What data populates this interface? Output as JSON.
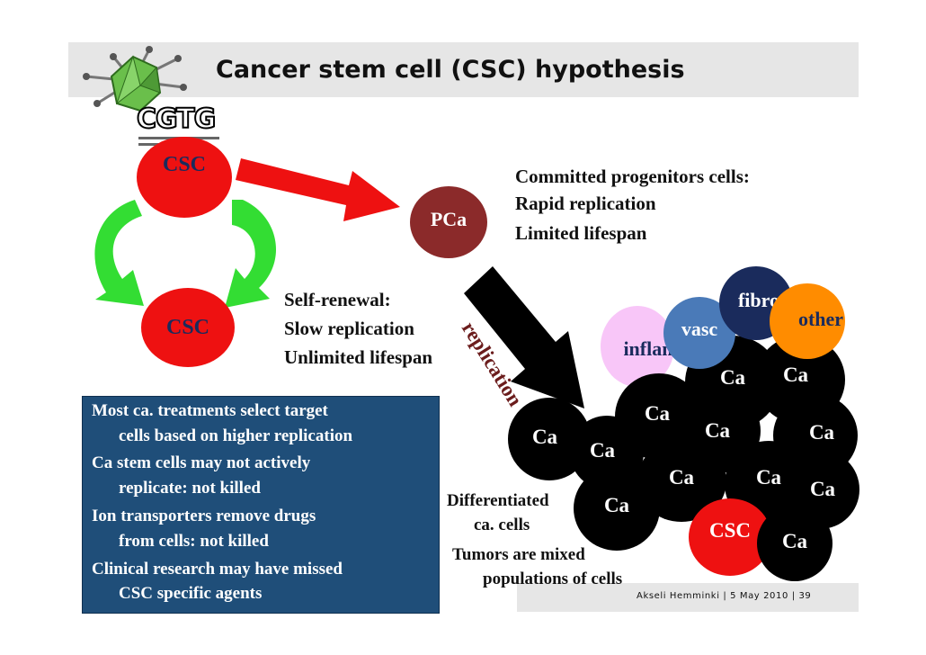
{
  "slide": {
    "title": "Cancer stem cell (CSC) hypothesis",
    "footer": "Akseli Hemminki   |  5 May 2010  |  39"
  },
  "logo": {
    "text": "CGTG"
  },
  "cells": {
    "csc_top": "CSC",
    "csc_bottom": "CSC",
    "pca": "PCa",
    "fibro": "fibro",
    "other": "other",
    "vasc": "vasc",
    "inflam": "inflam",
    "csc_tumor": "CSC",
    "ca": [
      "Ca",
      "Ca",
      "Ca",
      "Ca",
      "Ca",
      "Ca",
      "Ca",
      "Ca",
      "Ca",
      "Ca",
      "Ca",
      "Ca"
    ]
  },
  "labels": {
    "committed": [
      "Committed progenitors cells:",
      "Rapid replication",
      "Limited lifespan"
    ],
    "self_renewal": [
      "Self-renewal:",
      "Slow replication",
      "Unlimited lifespan"
    ],
    "replication": "replication",
    "differentiated": [
      "Differentiated",
      "ca. cells"
    ],
    "mixed": [
      "Tumors are mixed",
      "populations of cells"
    ]
  },
  "info_box": {
    "lines": [
      "Most ca. treatments select target",
      "cells based on higher replication",
      "Ca stem cells may not actively",
      "replicate: not killed",
      "Ion transporters remove drugs",
      "from cells: not killed",
      "Clinical research may have missed",
      "CSC specific agents"
    ]
  },
  "colors": {
    "red": "#ee1111",
    "dark_red": "#8b2a2a",
    "green": "#33dd33",
    "navy": "#1a2b5c",
    "orange": "#ff8c00",
    "steel_blue": "#4a7ab8",
    "pink": "#f8c6f8",
    "info_bg": "#1f4e79"
  }
}
